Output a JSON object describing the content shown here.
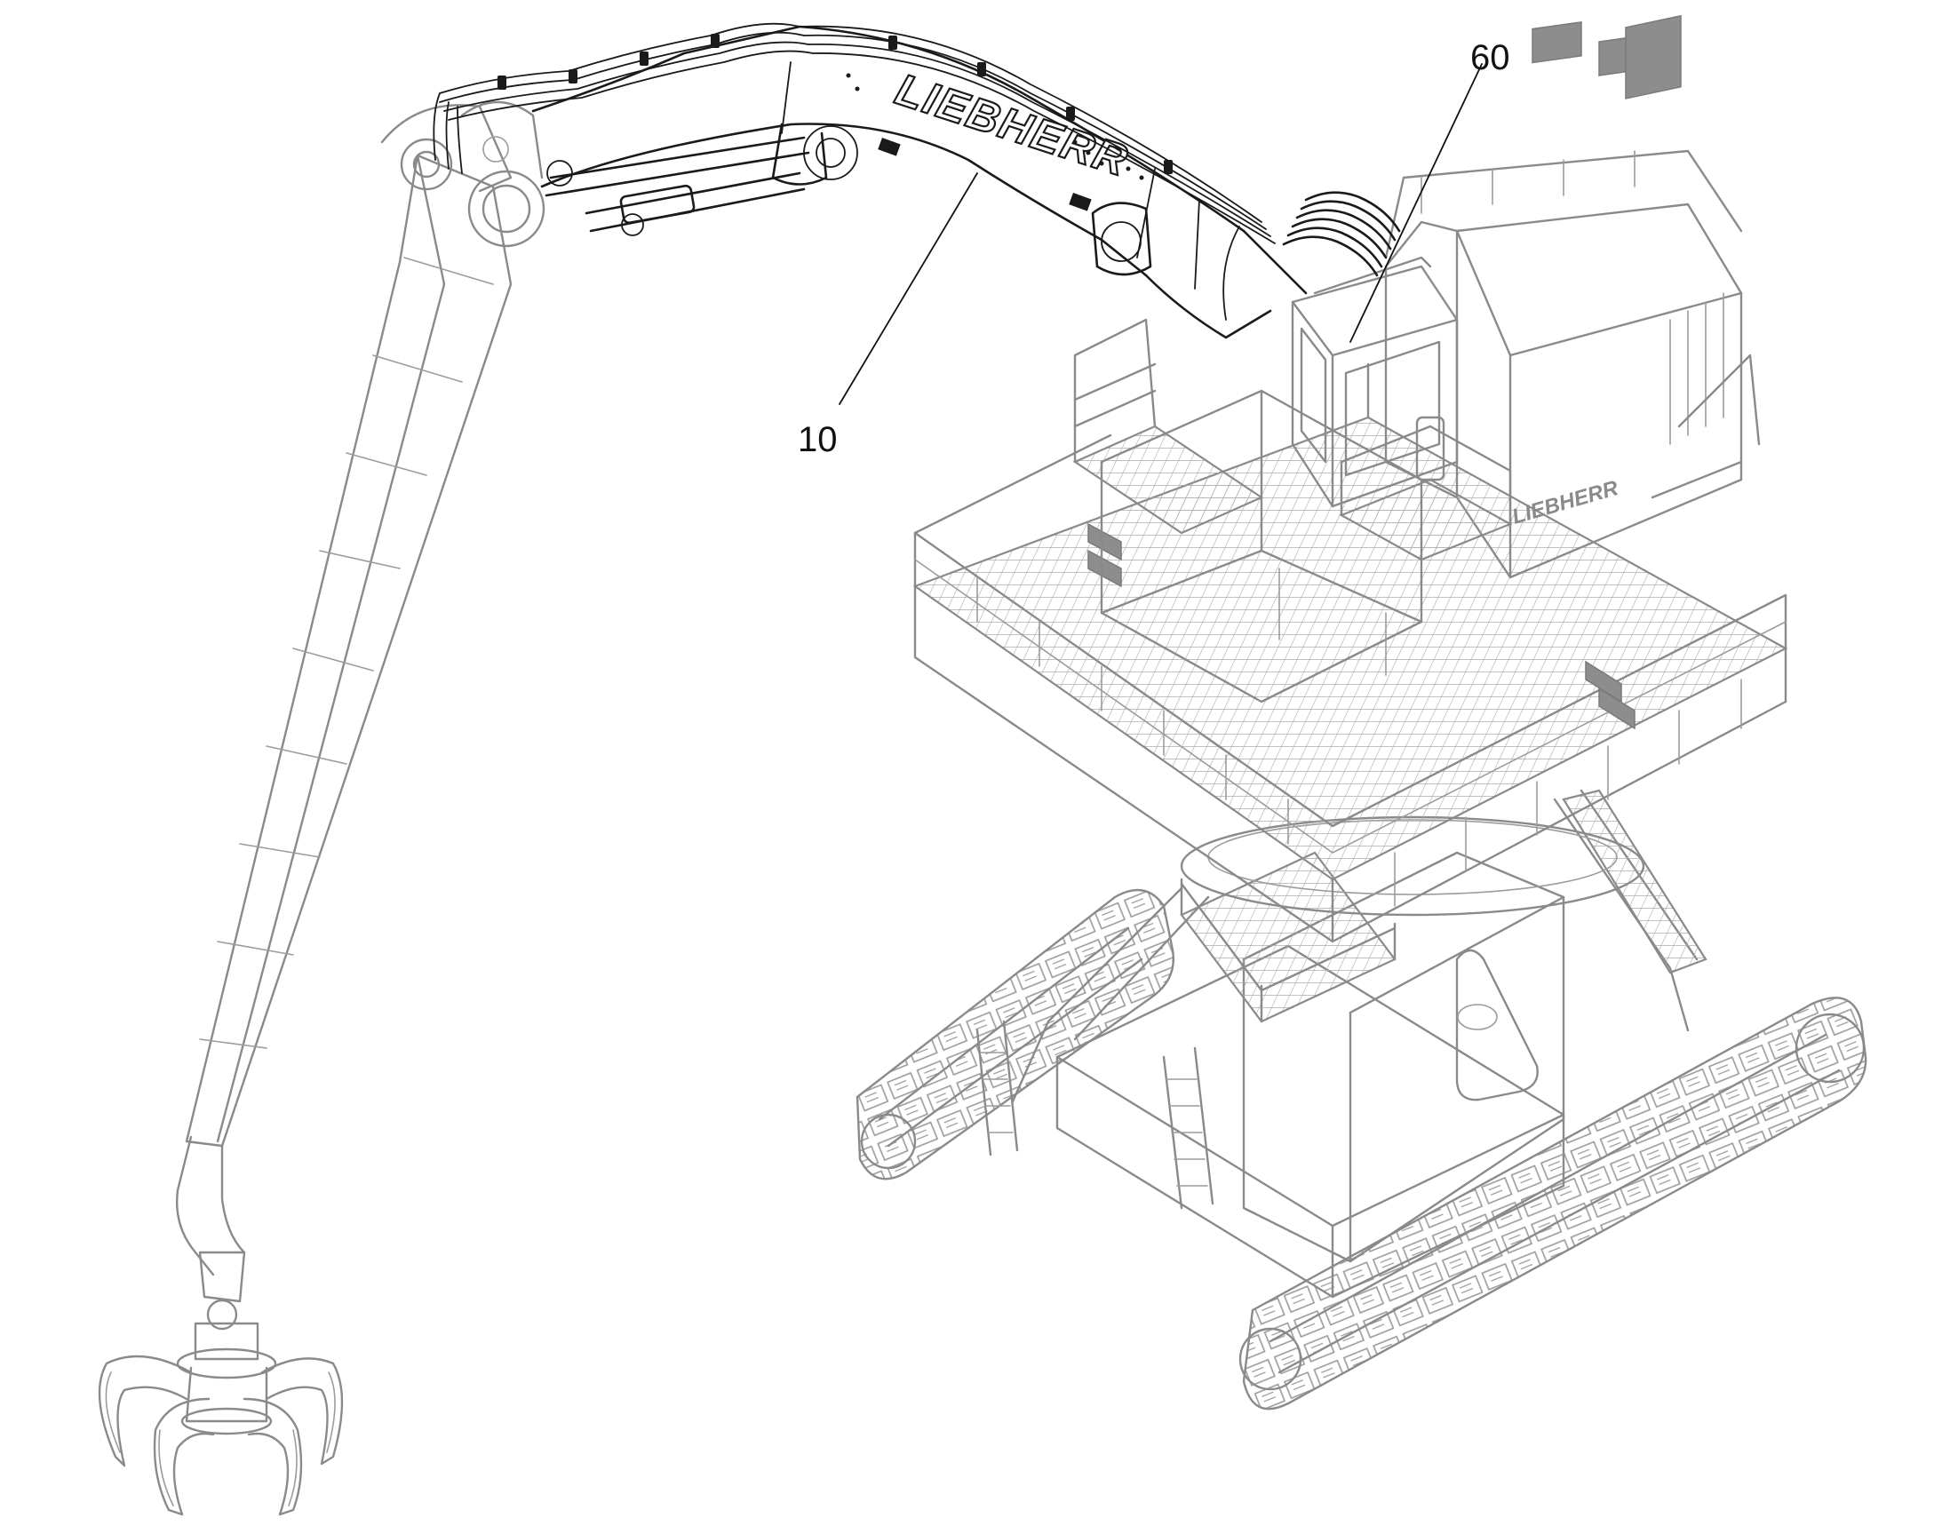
{
  "labels": [
    {
      "text": "60",
      "refers_to": "hose-bundle"
    },
    {
      "text": "10",
      "refers_to": "boom"
    }
  ],
  "boom_logo": "LIEBHERR",
  "house_logo": "LIEBHERR",
  "colors": {
    "background": "#ffffff",
    "machine_outline": "#8a8a8a",
    "highlight_outline": "#1a1a1a",
    "label_text": "#111111"
  }
}
